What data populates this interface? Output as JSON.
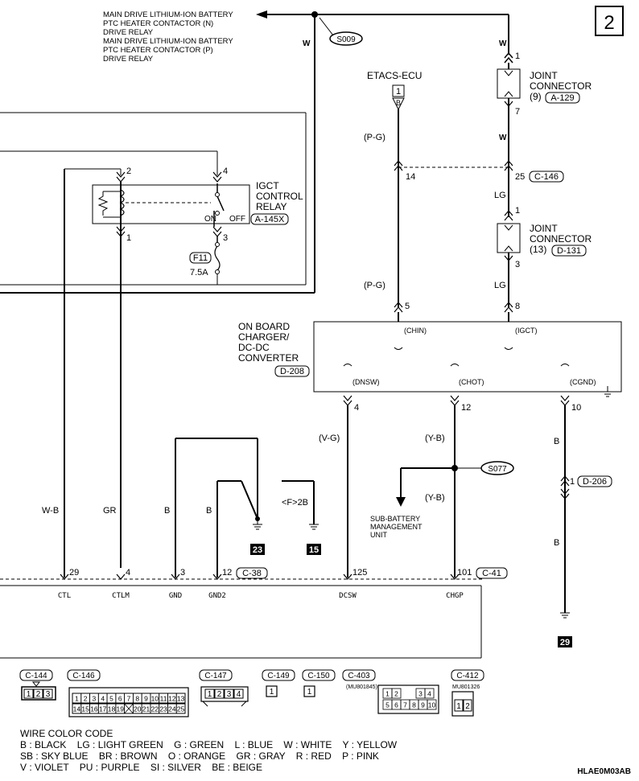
{
  "page_number": "2",
  "top_labels": [
    "MAIN DRIVE LITHIUM-ION BATTERY",
    "PTC HEATER CONTACTOR (N)",
    "DRIVE RELAY",
    "MAIN DRIVE LITHIUM-ION BATTERY",
    "PTC HEATER CONTACTOR (P)",
    "DRIVE RELAY"
  ],
  "splices": {
    "s009": "S009",
    "s077": "S077"
  },
  "etacs": {
    "name": "ETACS-ECU",
    "conn_num": "1",
    "conn_letter": "B"
  },
  "jc9": {
    "line1": "JOINT",
    "line2": "CONNECTOR",
    "line3": "(9)",
    "code": "A-129",
    "pin_top": "1",
    "pin_bottom": "7"
  },
  "jc13": {
    "line1": "JOINT",
    "line2": "CONNECTOR",
    "line3": "(13)",
    "code": "D-131",
    "pin_top": "1",
    "pin_bottom": "3"
  },
  "relay": {
    "line1": "IGCT",
    "line2": "CONTROL",
    "line3": "RELAY",
    "code": "A-145X",
    "on": "ON",
    "off": "OFF",
    "pin2": "2",
    "pin4": "4",
    "pin1": "1",
    "pin3": "3"
  },
  "fuse": {
    "label": "F11",
    "rating": "7.5A"
  },
  "charger": {
    "line1": "ON BOARD",
    "line2": "CHARGER/",
    "line3": "DC-DC",
    "line4": "CONVERTER",
    "code": "D-208",
    "chin": "(CHIN)",
    "igct": "(IGCT)",
    "dnsw": "(DNSW)",
    "chot": "(CHOT)",
    "cgnd": "(CGND)",
    "pin5": "5",
    "pin8": "8",
    "pin4": "4",
    "pin12": "12",
    "pin10": "10"
  },
  "wire_colors": {
    "w1": "W",
    "w2": "W",
    "w3": "W",
    "pg1": "(P-G)",
    "pg2": "(P-G)",
    "lg1": "LG",
    "lg2": "LG",
    "vg": "(V-G)",
    "yb1": "(Y-B)",
    "yb2": "(Y-B)",
    "b_right1": "B",
    "b_right2": "B",
    "wb": "W-B",
    "gr": "GR",
    "b1": "B",
    "b2": "B",
    "f2b": "<F>2B"
  },
  "c146_pins": {
    "pin14": "14",
    "pin25": "25",
    "code": "C-146"
  },
  "d206": {
    "pin": "1",
    "code": "D-206"
  },
  "sub_battery": [
    "SUB-BATTERY",
    "MANAGEMENT",
    "UNIT"
  ],
  "grounds": {
    "g23": "23",
    "g15": "15",
    "g29": "29"
  },
  "bottom_pins": {
    "p29": "29",
    "p4": "4",
    "p3": "3",
    "p12": "12",
    "c38": "C-38",
    "p125": "125",
    "p101": "101",
    "c41": "C-41"
  },
  "bottom_names": {
    "ctl": "CTL",
    "ctlm": "CTLM",
    "gnd": "GND",
    "gnd2": "GND2",
    "dcsw": "DCSW",
    "chgp": "CHGP"
  },
  "connectors": {
    "c144": {
      "code": "C-144",
      "pins": [
        "1",
        "2",
        "3"
      ]
    },
    "c146": {
      "code": "C-146",
      "row1": [
        "1",
        "2",
        "3",
        "4",
        "5",
        "6",
        "7",
        "8",
        "9",
        "10",
        "11",
        "12",
        "13"
      ],
      "row2": [
        "14",
        "15",
        "16",
        "17",
        "18",
        "19",
        "",
        "20",
        "21",
        "22",
        "23",
        "24",
        "25"
      ]
    },
    "c147": {
      "code": "C-147",
      "pins": [
        "1",
        "2",
        "3",
        "4"
      ]
    },
    "c149": {
      "code": "C-149",
      "pins": [
        "1"
      ]
    },
    "c150": {
      "code": "C-150",
      "pins": [
        "1"
      ]
    },
    "c403": {
      "code": "C-403",
      "part": "(MU801845)",
      "row1": [
        "1",
        "2",
        "",
        "3",
        "4"
      ],
      "row2": [
        "5",
        "6",
        "7",
        "8",
        "9",
        "10"
      ]
    },
    "c412": {
      "code": "C-412",
      "part": "MU801326",
      "pins": [
        "1",
        "2"
      ]
    }
  },
  "legend": {
    "title": "WIRE COLOR CODE",
    "line1": "B : BLACK    LG : LIGHT GREEN    G : GREEN    L : BLUE    W : WHITE    Y : YELLOW",
    "line2": "SB : SKY BLUE    BR : BROWN    O : ORANGE    GR : GRAY    R : RED    P : PINK",
    "line3": "V : VIOLET    PU : PURPLE    SI : SILVER    BE : BEIGE"
  },
  "figure_code": "HLAE0M03AB"
}
